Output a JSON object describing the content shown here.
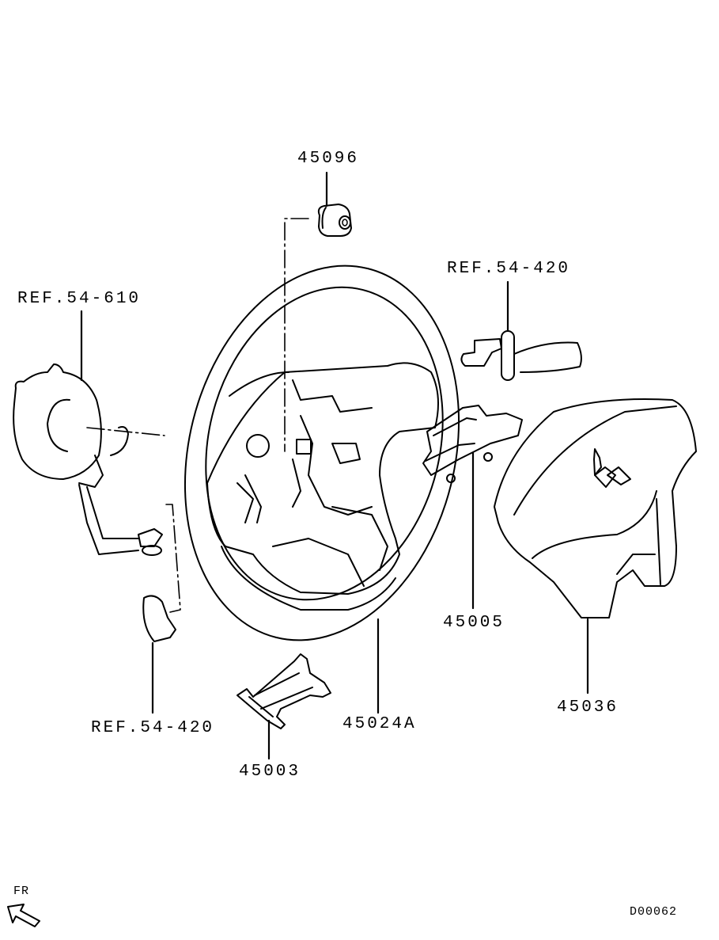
{
  "diagram": {
    "title": "Steering wheel parts diagram",
    "sheet_code": "D00062",
    "orientation_label": "FR",
    "callouts": [
      {
        "id": "c-45096",
        "part": "45096",
        "label": "45096",
        "describes": "steering wheel nut"
      },
      {
        "id": "c-ref-54-610",
        "part": "REF.54-610",
        "label": "REF.54-610",
        "describes": "clock spring (reference)"
      },
      {
        "id": "c-ref-54-420-top",
        "part": "REF.54-420",
        "label": "REF.54-420",
        "describes": "column switch lever (reference)"
      },
      {
        "id": "c-45005",
        "part": "45005",
        "label": "45005",
        "describes": "steering switch"
      },
      {
        "id": "c-45036",
        "part": "45036",
        "label": "45036",
        "describes": "air bag module"
      },
      {
        "id": "c-ref-54-420-bottom",
        "part": "REF.54-420",
        "label": "REF.54-420",
        "describes": "switch (reference)"
      },
      {
        "id": "c-45003",
        "part": "45003",
        "label": "45003",
        "describes": "lower cover"
      },
      {
        "id": "c-45024a",
        "part": "45024A",
        "label": "45024A",
        "describes": "steering wheel"
      }
    ]
  }
}
